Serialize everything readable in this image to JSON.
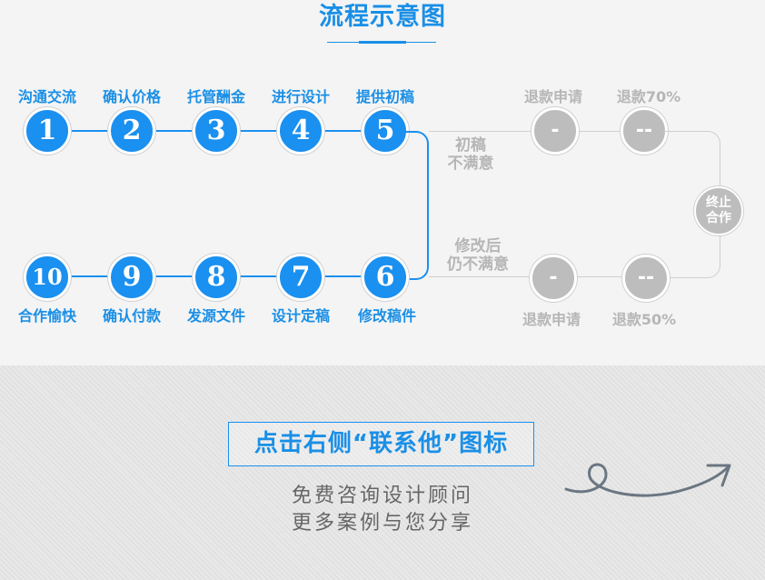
{
  "title": "流程示意图",
  "steps_top": [
    {
      "label": "沟通交流",
      "num": "1"
    },
    {
      "label": "确认价格",
      "num": "2"
    },
    {
      "label": "托管酬金",
      "num": "3"
    },
    {
      "label": "进行设计",
      "num": "4"
    },
    {
      "label": "提供初稿",
      "num": "5"
    }
  ],
  "steps_bottom": [
    {
      "label": "合作愉快",
      "num": "10"
    },
    {
      "label": "确认付款",
      "num": "9"
    },
    {
      "label": "发源文件",
      "num": "8"
    },
    {
      "label": "设计定稿",
      "num": "7"
    },
    {
      "label": "修改稿件",
      "num": "6"
    }
  ],
  "branch_top": {
    "condition_line1": "初稿",
    "condition_line2": "不满意",
    "step1": {
      "label": "退款申请",
      "symbol": "-"
    },
    "step2": {
      "label": "退款70%",
      "symbol": "--"
    }
  },
  "branch_bottom": {
    "condition_line1": "修改后",
    "condition_line2": "仍不满意",
    "step1": {
      "label": "退款申请",
      "symbol": "-"
    },
    "step2": {
      "label": "退款50%",
      "symbol": "--"
    }
  },
  "terminate": {
    "line1": "终止",
    "line2": "合作"
  },
  "cta": "点击右侧“联系他”图标",
  "sub_line1": "免费咨询设计顾问",
  "sub_line2": "更多案例与您分享",
  "colors": {
    "accent": "#1a90f0",
    "gray": "#bdbdbd",
    "text_gray": "#b6b6b6"
  }
}
